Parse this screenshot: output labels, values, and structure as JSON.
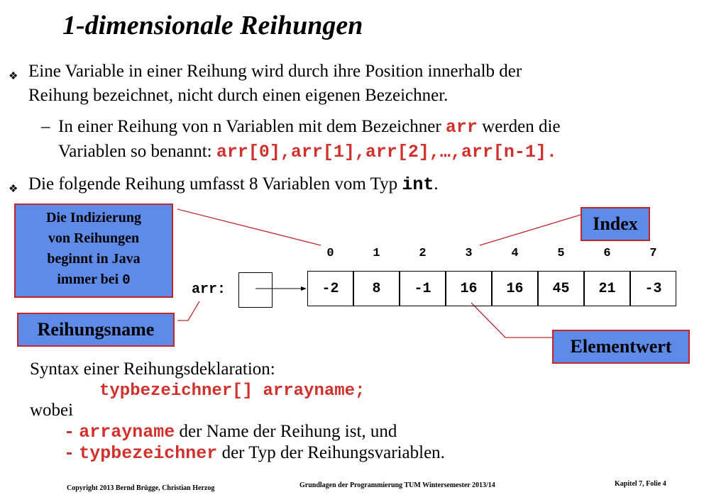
{
  "title": "1-dimensionale Reihungen",
  "bullet_glyph": "❖",
  "bullet1": {
    "line1": "Eine Variable in einer Reihung wird durch ihre Position innerhalb der",
    "line2": "Reihung bezeichnet, nicht durch einen eigenen Bezeichner."
  },
  "sub1": {
    "dash": "–",
    "text_a": "In einer Reihung von n Variablen mit dem Bezeichner",
    "code_a": "arr",
    "text_b": "werden die",
    "text_c": "Variablen so benannt:",
    "code_b": "arr[0],arr[1],arr[2],…,arr[n-1]."
  },
  "bullet2": {
    "text": "Die folgende Reihung umfasst 8 Variablen vom Typ",
    "code": "int",
    "end": "."
  },
  "note_box": {
    "line1": "Die Indizierung",
    "line2": "von Reihungen",
    "line3": "beginnt in Java",
    "line4": "immer bei",
    "zero": "0"
  },
  "labels": {
    "index": "Index",
    "name": "Reihungsname",
    "value": "Elementwert"
  },
  "array": {
    "var_label": "arr:",
    "indices": [
      "0",
      "1",
      "2",
      "3",
      "4",
      "5",
      "6",
      "7"
    ],
    "values": [
      "-2",
      "8",
      "-1",
      "16",
      "16",
      "45",
      "21",
      "-3"
    ]
  },
  "syntax": {
    "line1": "Syntax einer Reihungsdeklaration:",
    "decl": "typbezeichner[] arrayname;",
    "wobei": "wobei",
    "item1_dash": "-",
    "item1_code": "arrayname",
    "item1_text": "der Name der Reihung ist, und",
    "item2_dash": "-",
    "item2_code": "typbezeichner",
    "item2_text": "der Typ der Reihungsvariablen."
  },
  "footer": {
    "left": "Copyright  2013 Bernd Brügge, Christian Herzog",
    "center": "Grundlagen der Programmierung  TUM Wintersemester 2013/14",
    "right": "Kapitel 7, Folie 4"
  },
  "colors": {
    "accent_red": "#d0312d",
    "box_blue": "#5e8ae8",
    "box_border": "#c0272d"
  }
}
